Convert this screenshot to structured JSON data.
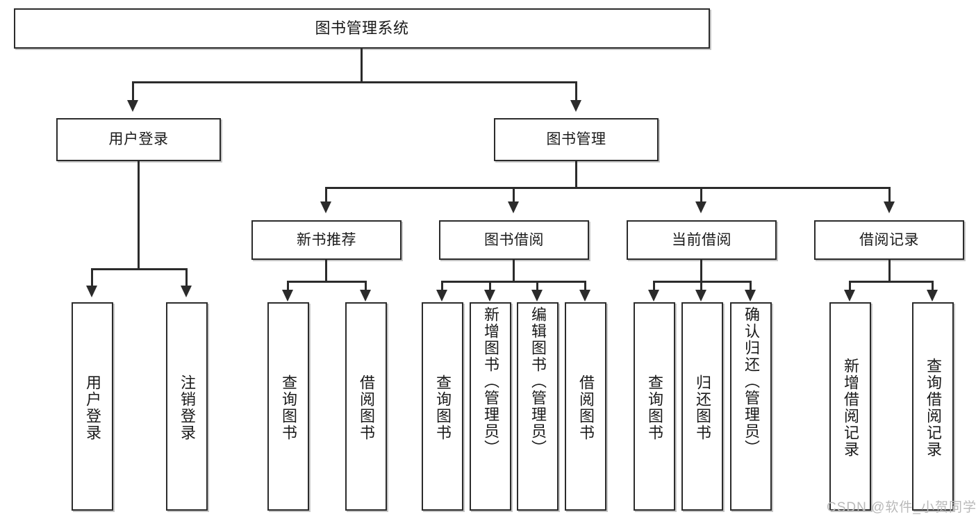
{
  "diagram": {
    "type": "tree-hierarchy-flowchart",
    "title": "图书管理系统",
    "orientation": "top-down",
    "levels": 4,
    "line_color": "#2b2b2b",
    "box_fill": "#ffffff",
    "text_color": "#1a1a1a"
  },
  "root": {
    "id": "root",
    "label": "图书管理系统"
  },
  "level2": [
    {
      "id": "user-login",
      "label": "用户登录"
    },
    {
      "id": "book-manage",
      "label": "图书管理"
    }
  ],
  "level3": [
    {
      "id": "new-book-recommend",
      "label": "新书推荐",
      "parent": "book-manage"
    },
    {
      "id": "book-borrow",
      "label": "图书借阅",
      "parent": "book-manage"
    },
    {
      "id": "current-borrow",
      "label": "当前借阅",
      "parent": "book-manage"
    },
    {
      "id": "borrow-record",
      "label": "借阅记录",
      "parent": "book-manage"
    }
  ],
  "leaves": {
    "user_login": [
      {
        "id": "leaf-user-login",
        "label": "用户登录"
      },
      {
        "id": "leaf-logout-login",
        "label": "注销登录"
      }
    ],
    "new_book_recommend": [
      {
        "id": "leaf-query-book-1",
        "label": "查询图书"
      },
      {
        "id": "leaf-borrow-book-1",
        "label": "借阅图书"
      }
    ],
    "book_borrow": [
      {
        "id": "leaf-query-book-2",
        "label": "查询图书"
      },
      {
        "id": "leaf-add-book",
        "label": "新增图书（管理员）"
      },
      {
        "id": "leaf-edit-book",
        "label": "编辑图书（管理员）"
      },
      {
        "id": "leaf-borrow-book-2",
        "label": "借阅图书"
      }
    ],
    "current_borrow": [
      {
        "id": "leaf-query-book-3",
        "label": "查询图书"
      },
      {
        "id": "leaf-return-book",
        "label": "归还图书"
      },
      {
        "id": "leaf-confirm-return",
        "label": "确认归还（管理员）"
      }
    ],
    "borrow_record": [
      {
        "id": "leaf-add-borrow-record",
        "label": "新增借阅记录"
      },
      {
        "id": "leaf-query-borrow-record",
        "label": "查询借阅记录"
      }
    ]
  },
  "watermark": {
    "text": "CSDN @软件_小贺同学"
  }
}
